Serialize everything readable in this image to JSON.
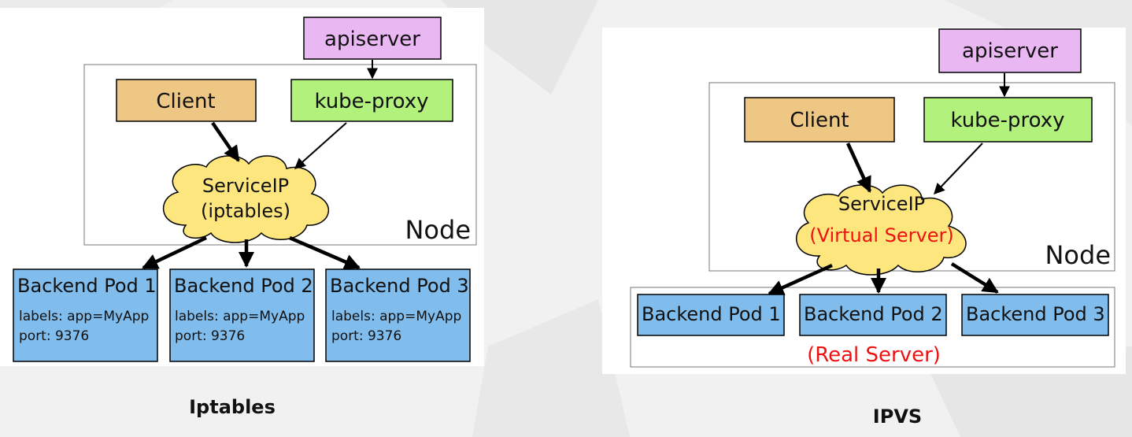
{
  "left": {
    "caption": "Iptables",
    "apiserver": "apiserver",
    "client": "Client",
    "kube_proxy": "kube-proxy",
    "service_line1": "ServiceIP",
    "service_line2": "(iptables)",
    "node": "Node",
    "pods": [
      {
        "title": "Backend Pod 1",
        "labels": "labels: app=MyApp",
        "port": "port: 9376"
      },
      {
        "title": "Backend Pod 2",
        "labels": "labels: app=MyApp",
        "port": "port: 9376"
      },
      {
        "title": "Backend Pod 3",
        "labels": "labels: app=MyApp",
        "port": "port: 9376"
      }
    ]
  },
  "right": {
    "caption": "IPVS",
    "apiserver": "apiserver",
    "client": "Client",
    "kube_proxy": "kube-proxy",
    "service_line1": "ServiceIP",
    "service_line2": "(Virtual Server)",
    "node": "Node",
    "pods": [
      {
        "title": "Backend Pod 1"
      },
      {
        "title": "Backend Pod 2"
      },
      {
        "title": "Backend Pod 3"
      }
    ],
    "real_server": "(Real Server)"
  },
  "colors": {
    "apiserver": "#e9b8f2",
    "client": "#efc785",
    "kube_proxy": "#b2f27c",
    "cloud": "#fde67e",
    "pod": "#80bcec",
    "red_text": "#ee1111"
  }
}
